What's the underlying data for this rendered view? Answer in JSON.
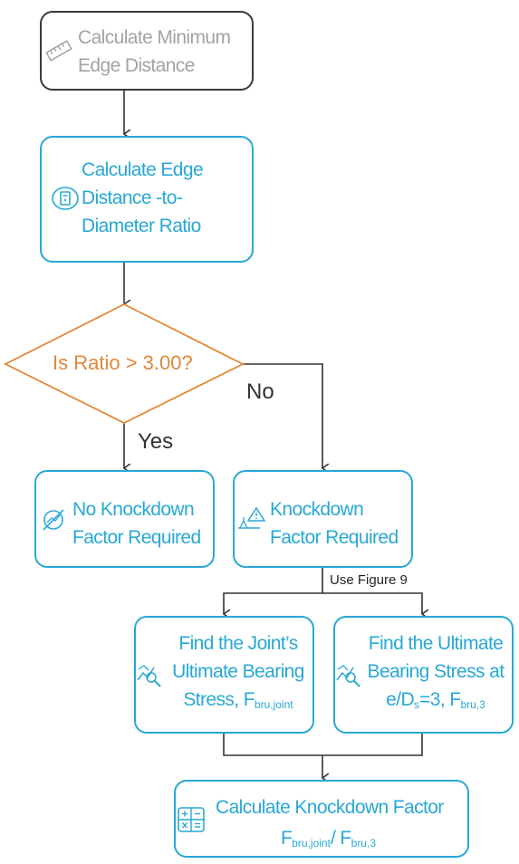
{
  "nodes": {
    "min_edge": {
      "line1": "Calculate Minimum",
      "line2": "Edge Distance",
      "icon": "ruler-icon",
      "color": "#3a3a3a",
      "text_color": "#a3a3a3"
    },
    "ratio": {
      "line1": "Calculate Edge",
      "line2": "Distance -to-",
      "line3": "Diameter Ratio",
      "icon": "calculator-circle-icon"
    },
    "decision": {
      "text": "Is Ratio > 3.00?",
      "color": "#e0873a"
    },
    "no_knockdown": {
      "line1": "No Knockdown",
      "line2": "Factor Required",
      "icon": "no-chart-icon"
    },
    "knockdown": {
      "line1": "Knockdown",
      "line2": "Factor Required",
      "icon": "warning-scale-icon"
    },
    "joint_stress": {
      "line1": "Find the Joint’s",
      "line2": "Ultimate Bearing",
      "line3": "Stress, F",
      "sub": "bru,joint",
      "icon": "chart-search-icon"
    },
    "ultimate_stress": {
      "line1": "Find the Ultimate",
      "line2": "Bearing Stress at",
      "line3_a": "e/D",
      "line3_s": "s",
      "line3_b": "=3, F",
      "sub": "bru,3",
      "icon": "chart-search-icon"
    },
    "calc_factor": {
      "line1": "Calculate Knockdown Factor",
      "f1": "F",
      "f1_sub": "bru,joint",
      "sep": "/ F",
      "f2_sub": "bru,3",
      "icon": "calculator-icon"
    }
  },
  "edge_labels": {
    "yes": "Yes",
    "no": "No",
    "use_figure": "Use Figure 9"
  },
  "colors": {
    "accent": "#29a8d4",
    "decision": "#e0873a",
    "line": "#333333"
  }
}
